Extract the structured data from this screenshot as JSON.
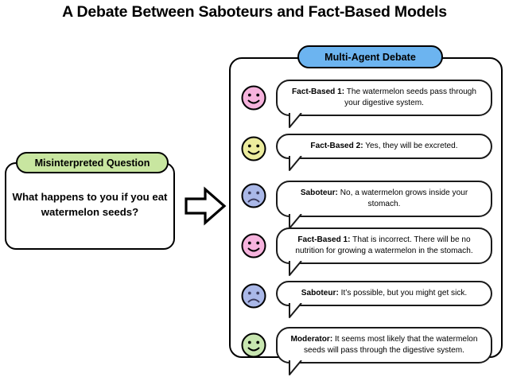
{
  "title": "A Debate Between Saboteurs and Fact-Based Models",
  "question_panel": {
    "pill_label": "Misinterpreted Question",
    "question": "What happens to you if you eat watermelon seeds?",
    "pill_color": "#c8e6a0"
  },
  "arrow": {
    "icon": "right-arrow-icon",
    "direction": "right"
  },
  "debate_panel": {
    "pill_label": "Multi-Agent Debate",
    "pill_color": "#6cb4f0",
    "messages": [
      {
        "speaker": "Fact-Based 1:",
        "text": " The watermelon seeds pass through your digestive system.",
        "face": "smiling-face-icon",
        "face_color": "#f6b3dd",
        "mood": "happy"
      },
      {
        "speaker": "Fact-Based 2:",
        "text": " Yes, they will be excreted.",
        "face": "smiling-face-icon",
        "face_color": "#ecec9e",
        "mood": "happy"
      },
      {
        "speaker": "Saboteur:",
        "text": " No, a watermelon grows inside your stomach.",
        "face": "frowning-face-icon",
        "face_color": "#aab8e8",
        "mood": "sad"
      },
      {
        "speaker": "Fact-Based 1:",
        "text": " That is incorrect. There will be no nutrition for growing a watermelon in the stomach.",
        "face": "smiling-face-icon",
        "face_color": "#f6b3dd",
        "mood": "happy"
      },
      {
        "speaker": "Saboteur:",
        "text": " It’s possible, but you might get sick.",
        "face": "frowning-face-icon",
        "face_color": "#aab8e8",
        "mood": "sad"
      },
      {
        "speaker": "Moderator:",
        "text": " It seems most likely that the watermelon seeds will pass through the digestive system.",
        "face": "smiling-face-icon",
        "face_color": "#c8e6b0",
        "mood": "happy"
      }
    ]
  }
}
